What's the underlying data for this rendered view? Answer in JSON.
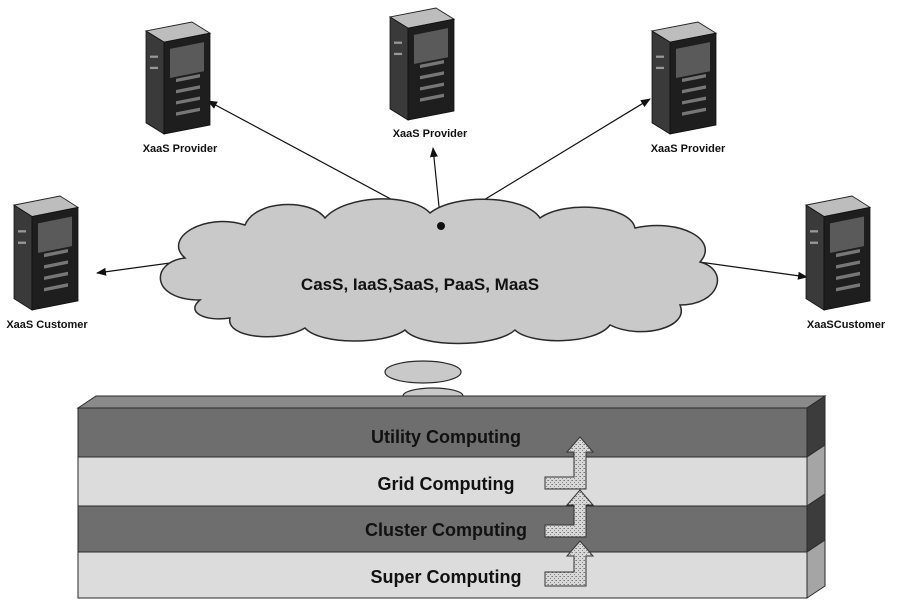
{
  "colors": {
    "cloud_fill": "#c9c9c9",
    "cloud_stroke": "#2a2a2a",
    "layer_dark": "#6e6e6e",
    "layer_light": "#dcdcdc",
    "arrow_fill": "#cfcfcf",
    "server_dark": "#1c1c1c",
    "server_mid": "#4a4a4a"
  },
  "servers": [
    {
      "id": "provider-left",
      "label": "XaaS Provider",
      "icon": "server-tower-icon"
    },
    {
      "id": "provider-center",
      "label": "XaaS Provider",
      "icon": "server-tower-icon"
    },
    {
      "id": "provider-right",
      "label": "XaaS Provider",
      "icon": "server-tower-icon"
    },
    {
      "id": "customer-left",
      "label": "XaaS Customer",
      "icon": "server-tower-icon"
    },
    {
      "id": "customer-right",
      "label": "XaaSCustomer",
      "icon": "server-tower-icon"
    }
  ],
  "cloud": {
    "label": "CasS, IaaS,SaaS, PaaS, MaaS"
  },
  "layers": [
    {
      "label": "Utility Computing",
      "shade": "dark"
    },
    {
      "label": "Grid Computing",
      "shade": "light"
    },
    {
      "label": "Cluster Computing",
      "shade": "dark"
    },
    {
      "label": "Super Computing",
      "shade": "light"
    }
  ]
}
